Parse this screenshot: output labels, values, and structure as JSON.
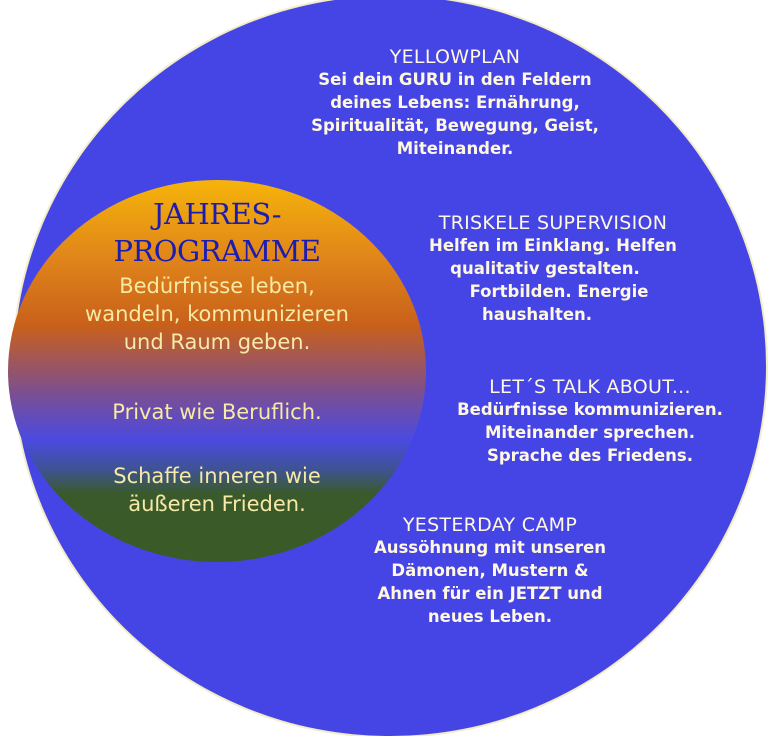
{
  "center": {
    "title_line1": "JAHRES-",
    "title_line2": "PROGRAMME",
    "para1": [
      "Bedürfnisse leben,",
      "wandeln, kommunizieren",
      "und Raum geben."
    ],
    "para2": "Privat wie Beruflich.",
    "para3": [
      "Schaffe inneren wie",
      "äußeren Frieden."
    ]
  },
  "programs": [
    {
      "title": "YELLOWPLAN",
      "lines": [
        "Sei dein GURU in den Feldern",
        "deines Lebens: Ernährung,",
        "Spiritualität, Bewegung, Geist,",
        "Miteinander."
      ]
    },
    {
      "title": "TRISKELE SUPERVISION",
      "lines": [
        "Helfen im Einklang. Helfen",
        "qualitativ gestalten.",
        "Fortbilden. Energie",
        "haushalten."
      ]
    },
    {
      "title": "LET´S TALK ABOUT...",
      "lines": [
        "Bedürfnisse kommunizieren.",
        "Miteinander sprechen.",
        "Sprache des Friedens."
      ]
    },
    {
      "title": "YESTERDAY CAMP",
      "lines": [
        "Aussöhnung mit unseren",
        "Dämonen, Mustern &",
        "Ahnen für ein JETZT und",
        "neues Leben."
      ]
    }
  ],
  "colors": {
    "outer": "#4545e6",
    "title": "#1c1cb0",
    "inner_text": "#f7e9a6"
  }
}
